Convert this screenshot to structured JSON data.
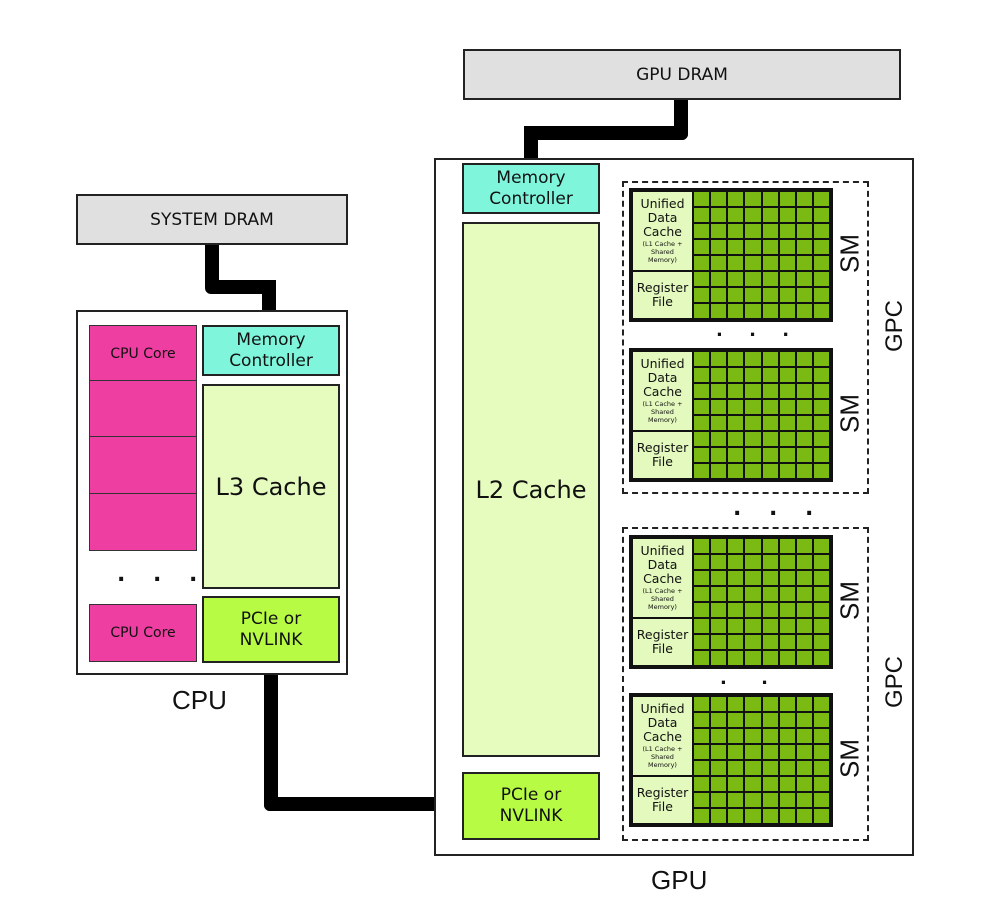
{
  "diagram": {
    "title": "CPU and GPU memory hierarchy",
    "cpu": {
      "label": "CPU",
      "system_dram": "SYSTEM DRAM",
      "memory_controller": [
        "Memory",
        "Controller"
      ],
      "l3_cache": "L3 Cache",
      "interconnect": [
        "PCIe or",
        "NVLINK"
      ],
      "cores": [
        "CPU Core",
        "",
        "",
        "",
        "CPU Core"
      ],
      "ellipsis": ". . ."
    },
    "gpu": {
      "label": "GPU",
      "gpu_dram": "GPU DRAM",
      "memory_controller": [
        "Memory",
        "Controller"
      ],
      "l2_cache": "L2 Cache",
      "interconnect": [
        "PCIe or",
        "NVLINK"
      ],
      "gpc_label": "GPC",
      "gpc_ellipsis": ". . .",
      "sm_ellipsis_gpc1": ". . .",
      "sm_ellipsis_gpc2": ". .",
      "sm": {
        "label": "SM",
        "unified_cache": [
          "Unified",
          "Data",
          "Cache"
        ],
        "unified_cache_note": [
          "(L1 Cache +",
          "Shared",
          "Memory)"
        ],
        "register_file": [
          "Register",
          "File"
        ],
        "grid_cols": 8,
        "grid_rows": 8
      }
    },
    "colors": {
      "dram": "#e0e0e0",
      "memory_controller": "#7ff5dc",
      "cache": "#e6fcbf",
      "interconnect": "#b8fb44",
      "cpu_core": "#ef3ea1",
      "sm_core": "#7aba13"
    }
  }
}
